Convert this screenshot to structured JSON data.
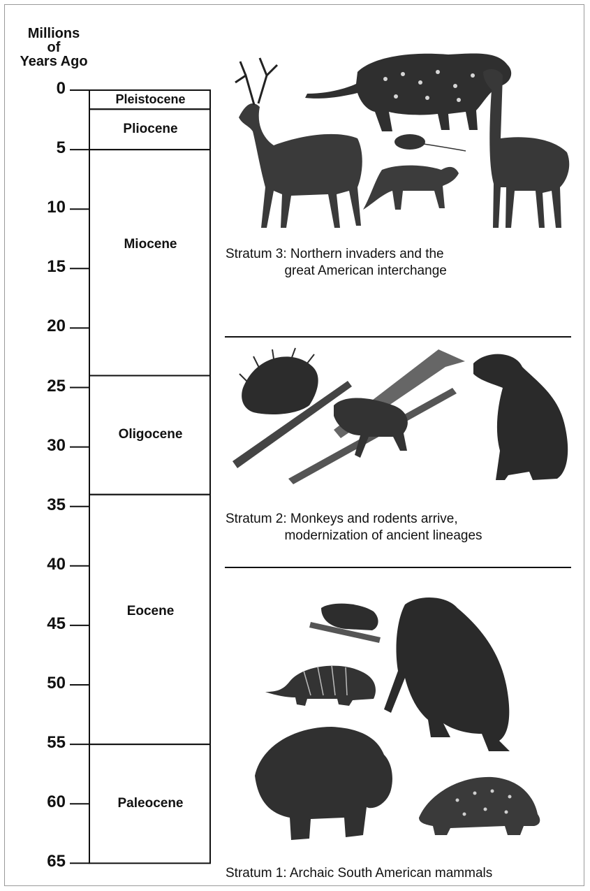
{
  "axis": {
    "title_lines": [
      "Millions",
      "of",
      "Years Ago"
    ],
    "ticks": [
      {
        "value": 0,
        "label": "0"
      },
      {
        "value": 5,
        "label": "5"
      },
      {
        "value": 10,
        "label": "10"
      },
      {
        "value": 15,
        "label": "15"
      },
      {
        "value": 20,
        "label": "20"
      },
      {
        "value": 25,
        "label": "25"
      },
      {
        "value": 30,
        "label": "30"
      },
      {
        "value": 35,
        "label": "35"
      },
      {
        "value": 40,
        "label": "40"
      },
      {
        "value": 45,
        "label": "45"
      },
      {
        "value": 50,
        "label": "50"
      },
      {
        "value": 55,
        "label": "55"
      },
      {
        "value": 60,
        "label": "60"
      },
      {
        "value": 65,
        "label": "65"
      }
    ]
  },
  "epochs": [
    {
      "name": "Pleistocene",
      "start": 0,
      "end": 1.6
    },
    {
      "name": "Pliocene",
      "start": 1.6,
      "end": 5
    },
    {
      "name": "Miocene",
      "start": 5,
      "end": 24
    },
    {
      "name": "Oligocene",
      "start": 24,
      "end": 34
    },
    {
      "name": "Eocene",
      "start": 34,
      "end": 55
    },
    {
      "name": "Paleocene",
      "start": 55,
      "end": 65
    }
  ],
  "strata": [
    {
      "caption": "Stratum 3: Northern invaders and the\n                great American interchange",
      "animals": [
        "deer",
        "jaguar",
        "mouse",
        "fox",
        "llama"
      ]
    },
    {
      "caption": "Stratum 2: Monkeys and rodents arrive,\n                modernization of ancient lineages",
      "animals": [
        "porcupine",
        "monkey",
        "capybara"
      ]
    },
    {
      "caption": "Stratum 1: Archaic South American mammals",
      "animals": [
        "opossum",
        "armadillo",
        "ground-sloth",
        "toxodon",
        "glyptodont"
      ]
    }
  ]
}
